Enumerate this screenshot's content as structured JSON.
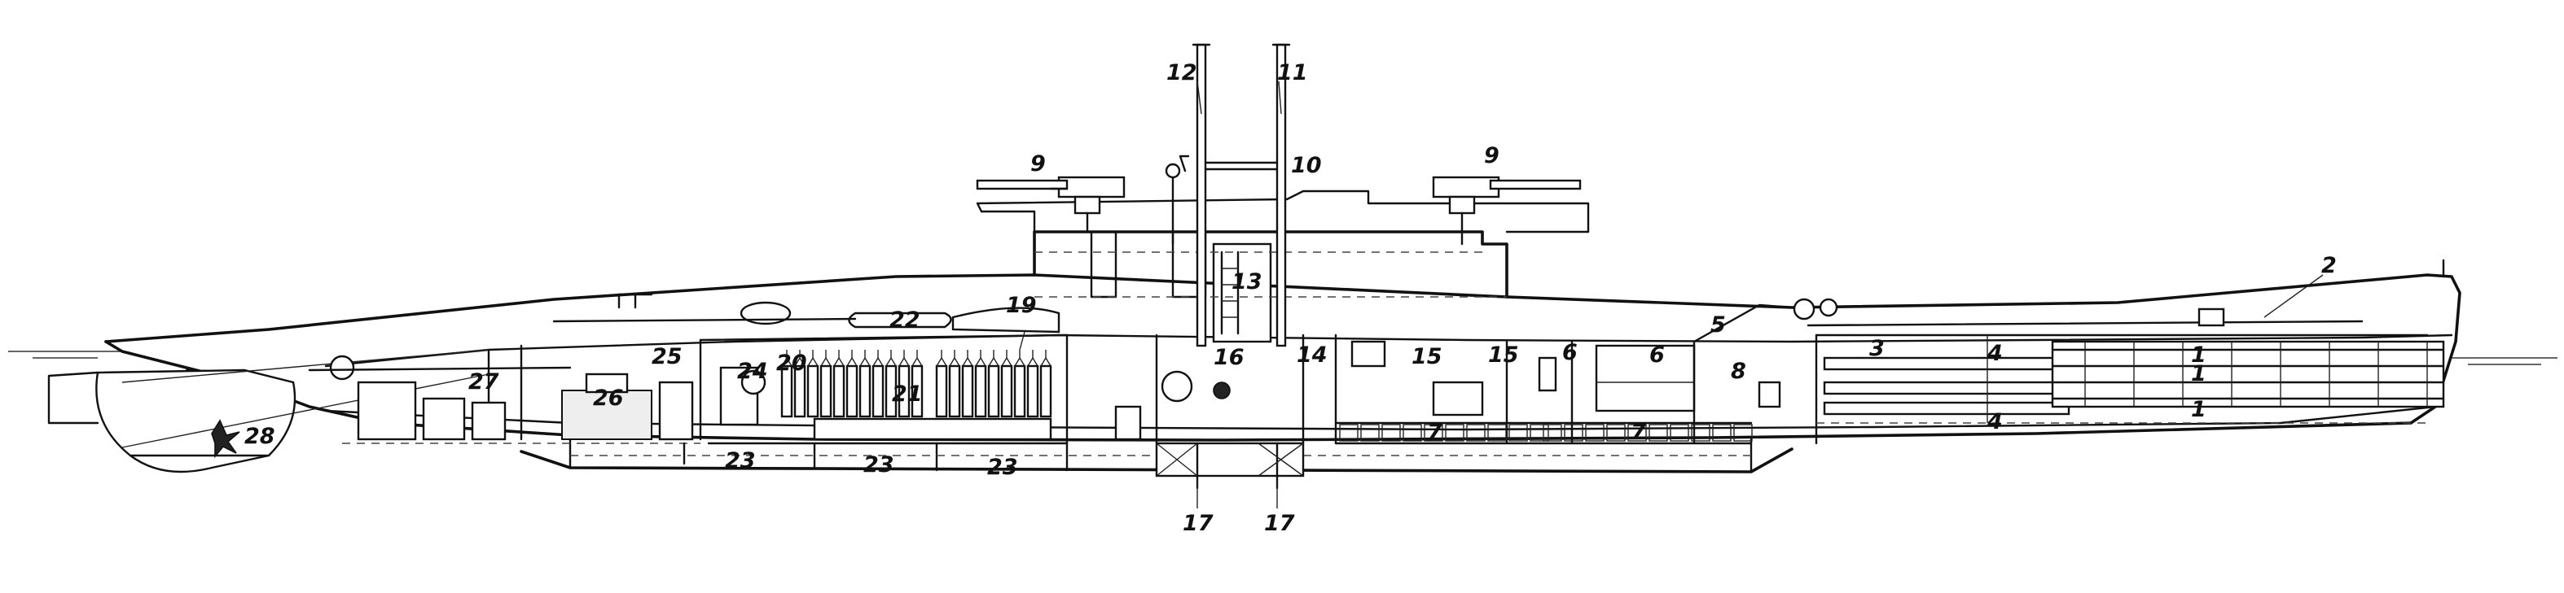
{
  "callouts": [
    {
      "id": "c1a",
      "text": "1"
    },
    {
      "id": "c1b",
      "text": "1"
    },
    {
      "id": "c1c",
      "text": "1"
    },
    {
      "id": "c2",
      "text": "2"
    },
    {
      "id": "c3",
      "text": "3"
    },
    {
      "id": "c4a",
      "text": "4"
    },
    {
      "id": "c4b",
      "text": "4"
    },
    {
      "id": "c5",
      "text": "5"
    },
    {
      "id": "c6a",
      "text": "6"
    },
    {
      "id": "c6b",
      "text": "6"
    },
    {
      "id": "c7a",
      "text": "7"
    },
    {
      "id": "c7b",
      "text": "7"
    },
    {
      "id": "c8",
      "text": "8"
    },
    {
      "id": "c9a",
      "text": "9"
    },
    {
      "id": "c9b",
      "text": "9"
    },
    {
      "id": "c10",
      "text": "10"
    },
    {
      "id": "c11",
      "text": "11"
    },
    {
      "id": "c12",
      "text": "12"
    },
    {
      "id": "c13",
      "text": "13"
    },
    {
      "id": "c14",
      "text": "14"
    },
    {
      "id": "c15a",
      "text": "15"
    },
    {
      "id": "c15b",
      "text": "15"
    },
    {
      "id": "c16",
      "text": "16"
    },
    {
      "id": "c17a",
      "text": "17"
    },
    {
      "id": "c17b",
      "text": "17"
    },
    {
      "id": "c19",
      "text": "19"
    },
    {
      "id": "c20",
      "text": "20"
    },
    {
      "id": "c21",
      "text": "21"
    },
    {
      "id": "c22",
      "text": "22"
    },
    {
      "id": "c23a",
      "text": "23"
    },
    {
      "id": "c23b",
      "text": "23"
    },
    {
      "id": "c23c",
      "text": "23"
    },
    {
      "id": "c24",
      "text": "24"
    },
    {
      "id": "c25",
      "text": "25"
    },
    {
      "id": "c26",
      "text": "26"
    },
    {
      "id": "c27",
      "text": "27"
    },
    {
      "id": "c28",
      "text": "28"
    }
  ]
}
